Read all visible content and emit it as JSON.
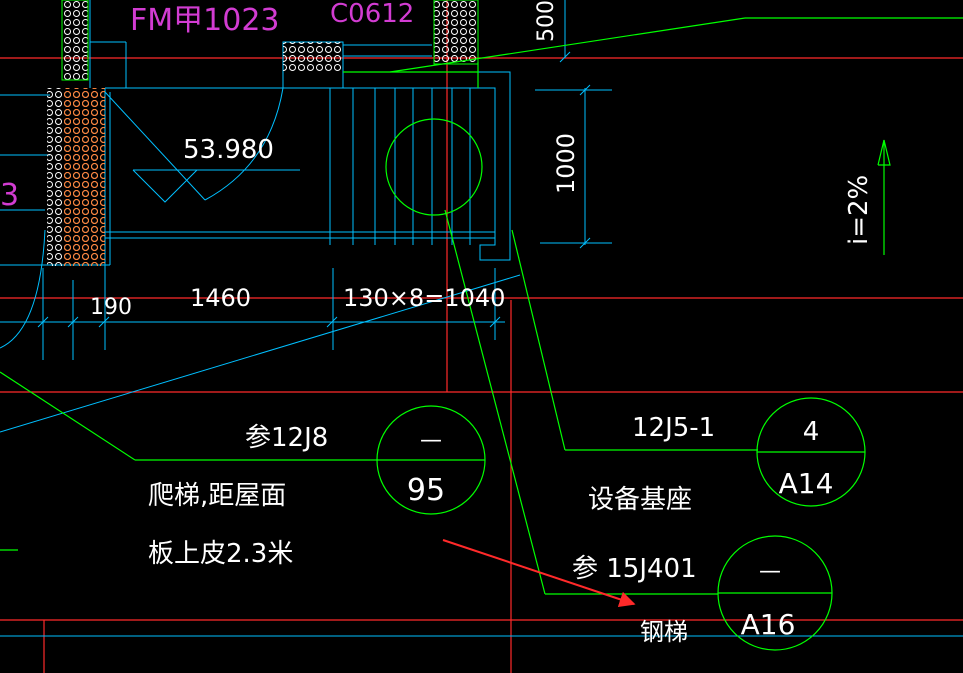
{
  "labels": {
    "door_label": "FM甲1023",
    "window_label": "C0612",
    "dim_500": "500",
    "elevation": "53.980",
    "dim_1000": "1000",
    "slope": "i=2%",
    "dim_190": "190",
    "dim_1460": "1460",
    "dim_stair": "130×8=1040",
    "left_edge_digit": "3",
    "ref_12j8": "参12J8",
    "ladder_line1": "爬梯,距屋面",
    "ladder_line2": "板上皮2.3米",
    "ref_12j5": "12J5-1",
    "equipment_base": "设备基座",
    "ref_15j401": "参 15J401",
    "steel_ladder": "钢梯"
  },
  "detail_markers": [
    {
      "top": "—",
      "bottom": "95"
    },
    {
      "top": "4",
      "bottom": "A14"
    },
    {
      "top": "—",
      "bottom": "A16"
    }
  ],
  "colors": {
    "background": "#000000",
    "green": "#00ff00",
    "cyan": "#00bfff",
    "red": "#ff2a2a",
    "magenta": "#d23cd2",
    "white": "#ffffff",
    "wall_hatch": "#ff7a2a",
    "wall_pattern": "#ffffff"
  }
}
